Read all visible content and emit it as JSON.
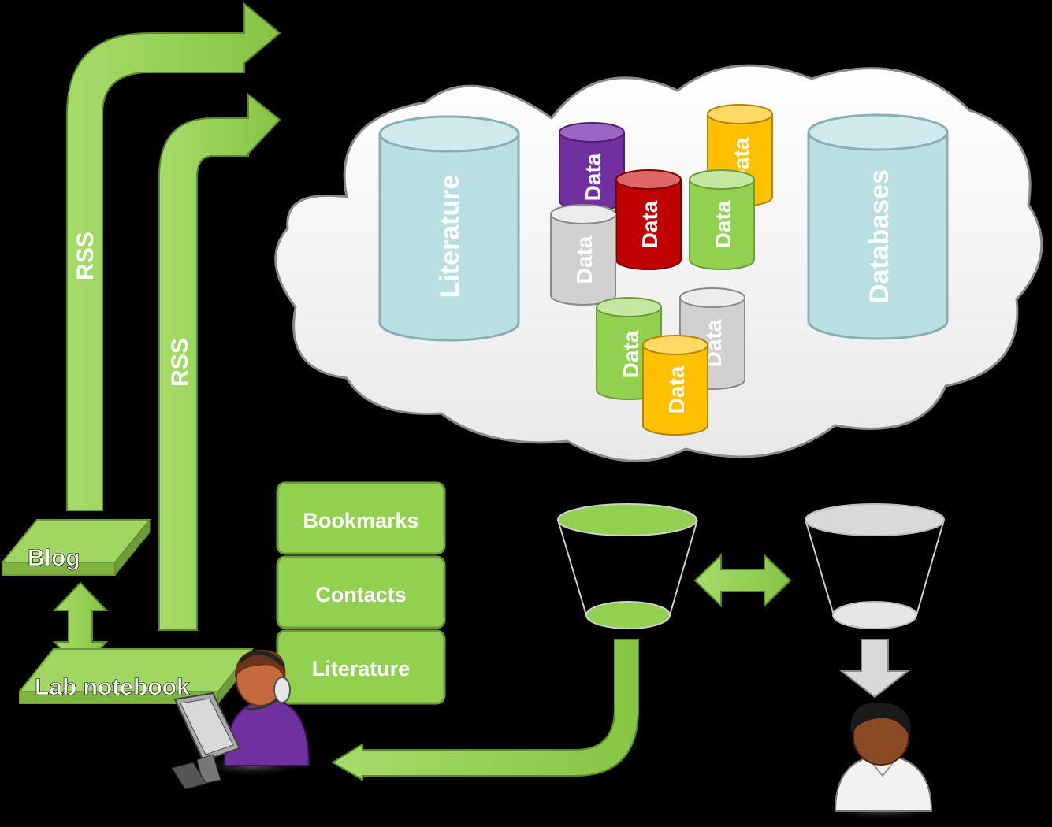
{
  "arrows": {
    "rss_outer_label": "RSS",
    "rss_inner_label": "RSS"
  },
  "blog": {
    "label": "Blog"
  },
  "lab_notebook": {
    "label": "Lab notebook"
  },
  "stack": {
    "bookmarks": "Bookmarks",
    "contacts": "Contacts",
    "literature": "Literature"
  },
  "cloud": {
    "literature": "Literature",
    "databases": "Databases",
    "data_purple": "Data",
    "data_orange_top": "Data",
    "data_red": "Data",
    "data_green_top": "Data",
    "data_gray_left": "Data",
    "data_gray_right": "Data",
    "data_green_bottom": "Data",
    "data_orange_bottom": "Data"
  },
  "colors": {
    "green": "#92d050",
    "green_edge": "#6f9c3a",
    "cloud_fill": "#f2f2f2",
    "cyl_blue": "#b9dfe3",
    "purple": "#7030a0",
    "red": "#c00000",
    "orange": "#ffc000",
    "gray": "#d0d0d0"
  }
}
